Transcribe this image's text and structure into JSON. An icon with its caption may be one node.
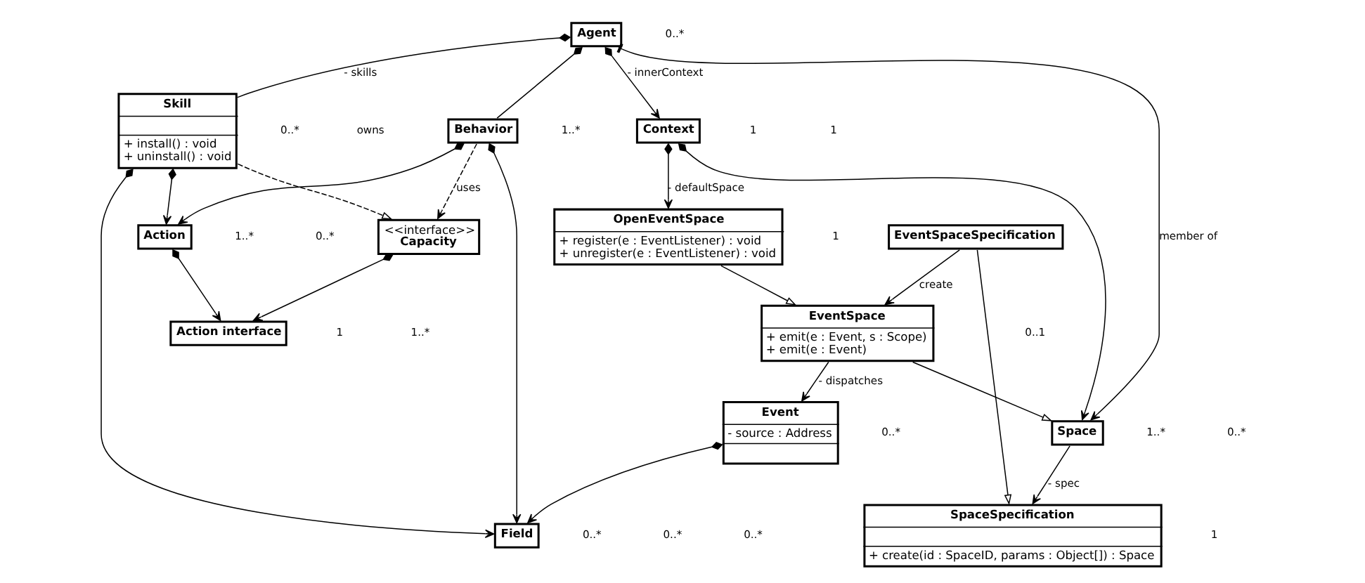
{
  "diagram": {
    "nodes": [
      {
        "text": [
          "Agent"
        ]
      },
      {
        "text": [
          "Context"
        ]
      },
      {
        "text": [
          "Space"
        ]
      },
      {
        "text": [
          "SpaceSpecification",
          "+ create(id : SpaceID, params : Object[]) : Space"
        ]
      },
      {
        "text": [
          "Behavior"
        ]
      },
      {
        "text": [
          "Field"
        ]
      },
      {
        "text": [
          "EventSpace",
          "+ emit(e : Event, s : Scope)",
          "+ emit(e : Event)"
        ]
      },
      {
        "text": [
          "EventSpaceSpecification"
        ]
      },
      {
        "text": [
          "Skill",
          "+ install() : void",
          "+ uninstall() : void"
        ]
      },
      {
        "text": [
          "Action"
        ]
      },
      {
        "text": [
          "Event",
          "- source : Address"
        ]
      },
      {
        "text": [
          "OpenEventSpace",
          "+ register(e : EventListener) : void",
          "+ unregister(e : EventListener) : void"
        ]
      },
      {
        "text": [
          "<<interface>>",
          "Capacity"
        ]
      },
      {
        "text": [
          "Action interface"
        ]
      }
    ],
    "edges": [
      {
        "from": 0,
        "to": 2,
        "arrow": "to",
        "label": "member of"
      },
      {
        "from": 0,
        "to": 1,
        "arrow": "to",
        "label": "- innerContext"
      },
      {
        "from": 1,
        "to": 2,
        "arrow": "to"
      },
      {
        "from": 2,
        "to": 3,
        "arrow": "to",
        "label": "- spec"
      },
      {
        "from": 6,
        "to": 2,
        "arrow": "to"
      },
      {
        "from": 7,
        "to": 3,
        "arrow": "to"
      },
      {
        "from": 7,
        "to": 6,
        "arrow": "to",
        "label": "create"
      },
      {
        "from": 0,
        "to": 4,
        "arrow": "other"
      },
      {
        "from": 4,
        "to": 5,
        "arrow": "to"
      },
      {
        "from": 4,
        "to": 9,
        "arrow": "to"
      },
      {
        "from": 0,
        "to": 8,
        "arrow": "other",
        "label": "- skills"
      },
      {
        "from": 1,
        "to": 11,
        "arrow": "to",
        "label": "- defaultSpace"
      },
      {
        "from": 10,
        "to": 5,
        "arrow": "to"
      },
      {
        "from": 8,
        "to": 5,
        "arrow": "to"
      },
      {
        "from": 8,
        "to": 9,
        "arrow": "to"
      },
      {
        "from": 8,
        "to": 12,
        "arrow": "to",
        "style": "dashed"
      },
      {
        "from": 9,
        "to": 13,
        "arrow": "to"
      },
      {
        "from": 12,
        "to": 13,
        "arrow": "to"
      },
      {
        "from": 4,
        "to": 12,
        "arrow": "to",
        "label": "uses",
        "style": "dashed"
      },
      {
        "from": 6,
        "to": 10,
        "arrow": "to",
        "label": "- dispatches"
      },
      {
        "from": 11,
        "to": 6,
        "arrow": "to"
      }
    ],
    "labels": [
      "0..*",
      "1..*",
      "1",
      "1",
      "1",
      "0..*",
      "0..*",
      "1..*",
      "0..*",
      "owns",
      "0..*",
      "0..*",
      "0..1",
      "1..*",
      "0..*",
      "1",
      "1",
      "0..*",
      "1..*"
    ]
  }
}
